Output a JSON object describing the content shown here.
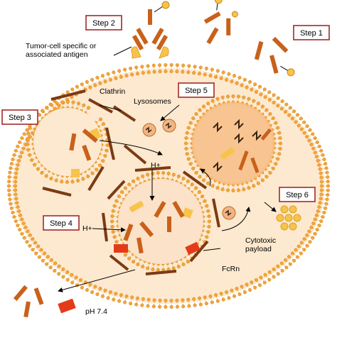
{
  "steps": {
    "step1": "Step 1",
    "step2": "Step 2",
    "step3": "Step 3",
    "step4": "Step 4",
    "step5": "Step 5",
    "step6": "Step 6"
  },
  "labels": {
    "antigen_line1": "Tumor-cell  specific or",
    "antigen_line2": "associated antigen",
    "clathrin": "Clathrin",
    "lysosomes": "Lysosomes",
    "h_plus_top": "H+",
    "h_plus_left": "H+",
    "payload_line1": "Cytotoxic",
    "payload_line2": "payload",
    "fcrn": "FcRn",
    "ph": "pH 7.4"
  },
  "colors": {
    "membrane_head": "#f4a43a",
    "membrane_outline": "#d98a1e",
    "cytoplasm": "#fde9cf",
    "lysosome_fill": "#f7c08a",
    "antibody": "#c8611b",
    "clathrin": "#7a3b14",
    "payload": "#f7c34a",
    "fcrn": "#e53a1a",
    "step_border": "#a32a2a"
  }
}
